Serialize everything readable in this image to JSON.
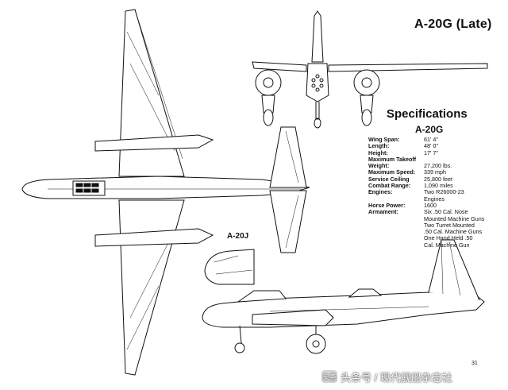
{
  "title": "A-20G (Late)",
  "specifications": {
    "heading": "Specifications",
    "model": "A-20G",
    "rows": [
      {
        "label": "Wing Span:",
        "value": "61' 4\""
      },
      {
        "label": "Length:",
        "value": "48' 0\""
      },
      {
        "label": "Height:",
        "value": "17' 7\""
      },
      {
        "label": "Maximum Takeoff",
        "value": ""
      },
      {
        "label": "  Weight:",
        "value": "27,200 lbs."
      },
      {
        "label": "Maximum Speed:",
        "value": "339 mph"
      },
      {
        "label": "Service Ceiling",
        "value": "25,800 feet"
      },
      {
        "label": "Combat Range:",
        "value": "1,090 miles"
      },
      {
        "label": "Engines:",
        "value": "Two R26000-23"
      },
      {
        "label": "",
        "value": "  Engines"
      },
      {
        "label": "Horse Power:",
        "value": "1600"
      },
      {
        "label": "Armament:",
        "value": "Six .50 Cal. Nose"
      },
      {
        "label": "",
        "value": "  Mounted Machine Guns"
      },
      {
        "label": "",
        "value": "Two Turret Mounted"
      },
      {
        "label": "",
        "value": "  .50 Cal. Machine Guns"
      },
      {
        "label": "",
        "value": "One Hand Held .50"
      },
      {
        "label": "",
        "value": "  Cal. Machine Gun"
      }
    ]
  },
  "variant_label": "A-20J",
  "page_number": "31",
  "watermark": {
    "logo_text": "头条",
    "text": "头条号 / 现代舰船杂志社"
  },
  "colors": {
    "ink": "#111111",
    "paper": "#ffffff"
  }
}
